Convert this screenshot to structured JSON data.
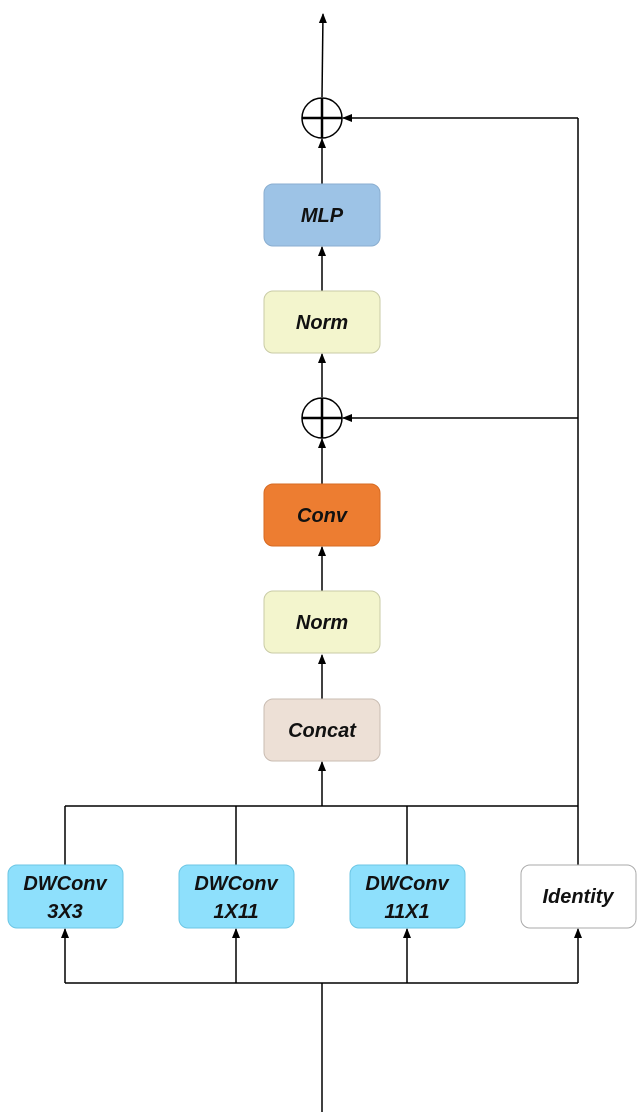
{
  "blocks": {
    "mlp": {
      "label": "MLP",
      "fill": "#9dc3e6",
      "stroke": "#8aaed0"
    },
    "norm_top": {
      "label": "Norm",
      "fill": "#f3f5cd",
      "stroke": "#c9cba6"
    },
    "conv": {
      "label": "Conv",
      "fill": "#ed7d31",
      "stroke": "#d66a22"
    },
    "norm_mid": {
      "label": "Norm",
      "fill": "#f3f5cd",
      "stroke": "#c9cba6"
    },
    "concat": {
      "label": "Concat",
      "fill": "#ede0d6",
      "stroke": "#c9bcb2"
    },
    "dwconv_3x3": {
      "line1": "DWConv",
      "line2": "3X3",
      "fill": "#8ee0fc",
      "stroke": "#6cc6e4"
    },
    "dwconv_1x11": {
      "line1": "DWConv",
      "line2": "1X11",
      "fill": "#8ee0fc",
      "stroke": "#6cc6e4"
    },
    "dwconv_11x1": {
      "line1": "DWConv",
      "line2": "11X1",
      "fill": "#8ee0fc",
      "stroke": "#6cc6e4"
    },
    "identity": {
      "label": "Identity",
      "fill": "#ffffff",
      "stroke": "#aaaaaa"
    }
  }
}
